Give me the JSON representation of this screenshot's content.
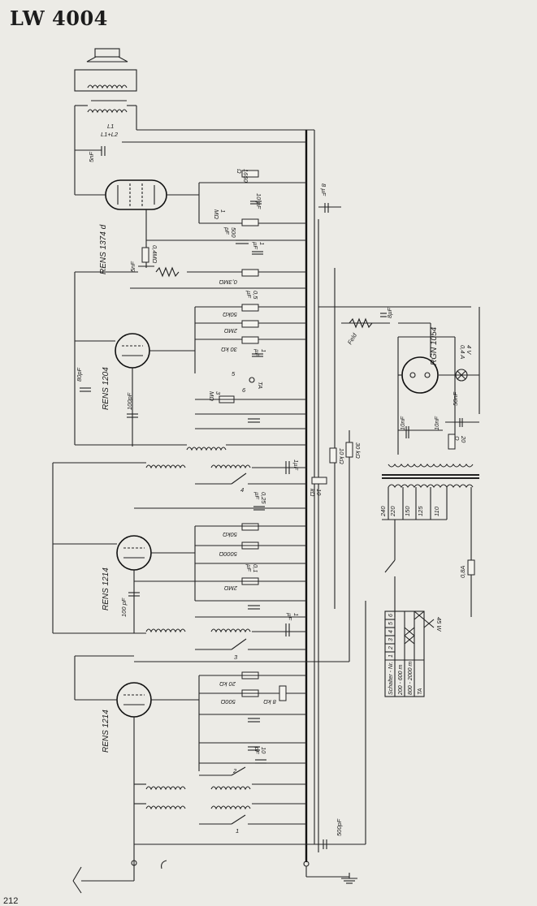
{
  "title": "LW 4004",
  "page_number": "212",
  "tubes": [
    "RENS 1374 d",
    "RENS 1204",
    "RENS 1214",
    "RENS 1214",
    "RGN 1054"
  ],
  "components": {
    "c_5nF_top": "5nF",
    "r_1650": "1650\nΩ",
    "c_10uF": "10 µF",
    "c_8uF_top": "8 µF",
    "r_1M_a": "1\nMΩ",
    "c_500pF_a": "500\npF",
    "c_1uF_a": "1\nµF",
    "c_5nF_mid": "5nF",
    "r_04M": "0,4MΩ",
    "r_03M": "0,3MΩ",
    "c_05uF": "0,5\nµF",
    "r_50k_a": "50kΩ",
    "r_2M_a": "2MΩ",
    "r_30k_a": "30 kΩ",
    "c_1uF_b": "1\nµF",
    "c_80pF": "80pF",
    "c_100pF_a": "100pF",
    "r_3M": "3\nMΩ",
    "ta_a": "TA",
    "sw_5": "5",
    "sw_6": "6",
    "feld": "Feld",
    "c_8uF_b": "8µF",
    "c_10nF_a": "10nF",
    "c_10nF_b": "10nF",
    "c_50nF": "50nF",
    "r_20": "20\nΩ",
    "pilot": "4 V\n0,4 A",
    "c_1uF_c": "1µF",
    "sw_4": "4",
    "c_025uF": "0,25\nµF",
    "r_10k_a": "10\nkΩ",
    "r_10k_b": "10 kΩ",
    "r_30k_b": "30 kΩ",
    "r_50k_b": "50kΩ",
    "r_5000": "5000Ω",
    "c_01uF": "0,1\nµF",
    "c_100pF_b": "100 pF",
    "r_2M_b": "2MΩ",
    "c_1uF_d": "1\nµF",
    "sw_3": "3",
    "r_20k": "20 kΩ",
    "r_500": "500Ω",
    "r_8k": "8 kΩ",
    "c_10pF": "10\npF",
    "sw_1": "1",
    "sw_2": "2",
    "c_500pF_b": "500pF",
    "taps": [
      "240",
      "220",
      "150",
      "125",
      "110"
    ],
    "fuse": "0,8A",
    "power": "45 W"
  },
  "switch_table": {
    "header": "Schalter - Nr.",
    "cols": [
      "1",
      "2",
      "3",
      "4",
      "5",
      "6"
    ],
    "rows": [
      {
        "label": "200 - 600 m",
        "marks": [
          false,
          false,
          true,
          true,
          false,
          false
        ]
      },
      {
        "label": "800 - 2000 m",
        "marks": [
          false,
          false,
          false,
          false,
          false,
          true
        ]
      },
      {
        "label": "TA",
        "marks": [
          false,
          false,
          false,
          false,
          true,
          false
        ]
      }
    ]
  }
}
